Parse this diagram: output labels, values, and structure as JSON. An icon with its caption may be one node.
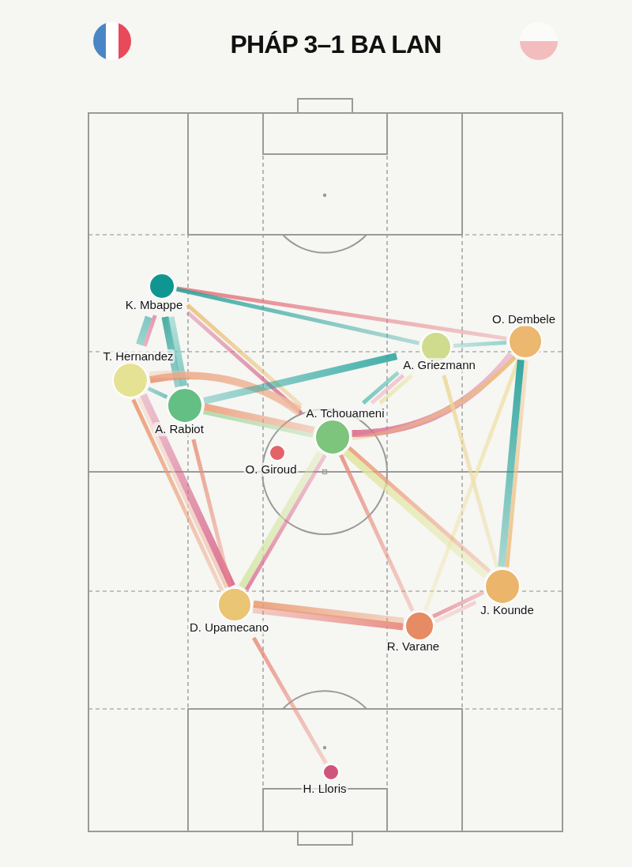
{
  "diagram": {
    "title": "PHÁP 3–1 BA LAN",
    "nodes": [
      {
        "text": [
          "K. Mbappe"
        ]
      },
      {
        "text": [
          "O. Dembele"
        ]
      },
      {
        "text": [
          "A. Griezmann"
        ]
      },
      {
        "text": [
          "T. Hernandez"
        ]
      },
      {
        "text": [
          "A. Rabiot"
        ]
      },
      {
        "text": [
          "A. Tchouameni"
        ]
      },
      {
        "text": [
          "O. Giroud"
        ]
      },
      {
        "text": [
          "J. Kounde"
        ]
      },
      {
        "text": [
          "D. Upamecano"
        ]
      },
      {
        "text": [
          "R. Varane"
        ]
      },
      {
        "text": [
          "H. Lloris"
        ]
      }
    ],
    "edges": [
      {
        "from": 0,
        "to": 1,
        "arrow": "none",
        "color": "#e5777f"
      },
      {
        "from": 0,
        "to": 2,
        "arrow": "none",
        "color": "#2fa59d"
      },
      {
        "from": 0,
        "to": 3,
        "arrow": "none",
        "style": "thick",
        "color": "#52b8b0"
      },
      {
        "from": 0,
        "to": 3,
        "arrow": "none",
        "color": "#e07898"
      },
      {
        "from": 0,
        "to": 4,
        "arrow": "none",
        "style": "thick",
        "color": "#1a9a92"
      },
      {
        "from": 4,
        "to": 0,
        "arrow": "none",
        "style": "thick",
        "color": "#6cc4bc"
      },
      {
        "from": 5,
        "to": 0,
        "arrow": "none",
        "color": "#d8668c"
      },
      {
        "from": 0,
        "to": 5,
        "arrow": "none",
        "color": "#ebc078"
      },
      {
        "from": 4,
        "to": 3,
        "arrow": "none",
        "color": "#4fb3aa"
      },
      {
        "from": 3,
        "to": 5,
        "arrow": "none",
        "style": "thick",
        "color": "#ea9470"
      },
      {
        "from": 5,
        "to": 3,
        "arrow": "none",
        "style": "thick",
        "color": "#f0bfa2"
      },
      {
        "from": 4,
        "to": 5,
        "arrow": "none",
        "color": "#a6d8a0"
      },
      {
        "from": 4,
        "to": 5,
        "arrow": "none",
        "style": "thick",
        "color": "#eb9c78"
      },
      {
        "from": 2,
        "to": 4,
        "arrow": "none",
        "style": "thick",
        "color": "#22a39b"
      },
      {
        "from": 3,
        "to": 8,
        "arrow": "none",
        "color": "#eb9a72"
      },
      {
        "from": 8,
        "to": 3,
        "arrow": "none",
        "color": "#f2c7b5"
      },
      {
        "from": 8,
        "to": 3,
        "arrow": "none",
        "style": "thick",
        "color": "#d9648a"
      },
      {
        "from": 4,
        "to": 8,
        "arrow": "none",
        "color": "#e8907a"
      },
      {
        "from": 5,
        "to": 2,
        "arrow": "none",
        "color": "#4cb8ae"
      },
      {
        "from": 2,
        "to": 5,
        "arrow": "none",
        "color": "#f0b4c4"
      },
      {
        "from": 5,
        "to": 2,
        "arrow": "none",
        "color": "#e6e09a"
      },
      {
        "from": 5,
        "to": 1,
        "arrow": "none",
        "style": "thick",
        "color": "#db6c8e"
      },
      {
        "from": 1,
        "to": 5,
        "arrow": "none",
        "color": "#ecbd78"
      },
      {
        "from": 1,
        "to": 2,
        "arrow": "none",
        "color": "#7fcdc5"
      },
      {
        "from": 2,
        "to": 7,
        "arrow": "none",
        "color": "#ecd89a"
      },
      {
        "from": 1,
        "to": 9,
        "arrow": "none",
        "color": "#f0e2a8"
      },
      {
        "from": 1,
        "to": 7,
        "arrow": "none",
        "style": "thick",
        "color": "#1e9f97"
      },
      {
        "from": 7,
        "to": 1,
        "arrow": "none",
        "color": "#ecbf80"
      },
      {
        "from": 5,
        "to": 7,
        "arrow": "none",
        "style": "thick",
        "color": "#e2e6a0"
      },
      {
        "from": 5,
        "to": 7,
        "arrow": "none",
        "color": "#eb9c78"
      },
      {
        "from": 5,
        "to": 9,
        "arrow": "none",
        "color": "#e88f80"
      },
      {
        "from": 8,
        "to": 5,
        "arrow": "none",
        "style": "thick",
        "color": "#d6e6a6"
      },
      {
        "from": 8,
        "to": 5,
        "arrow": "none",
        "color": "#de7898"
      },
      {
        "from": 9,
        "to": 8,
        "arrow": "none",
        "style": "thick",
        "color": "#e8857c"
      },
      {
        "from": 8,
        "to": 9,
        "arrow": "none",
        "style": "thick",
        "color": "#eb9a72"
      },
      {
        "from": 9,
        "to": 7,
        "arrow": "none",
        "color": "#e78d95"
      },
      {
        "from": 7,
        "to": 9,
        "arrow": "none",
        "color": "#f2c2c2"
      },
      {
        "from": 8,
        "to": 10,
        "arrow": "none",
        "color": "#e88878"
      }
    ]
  }
}
